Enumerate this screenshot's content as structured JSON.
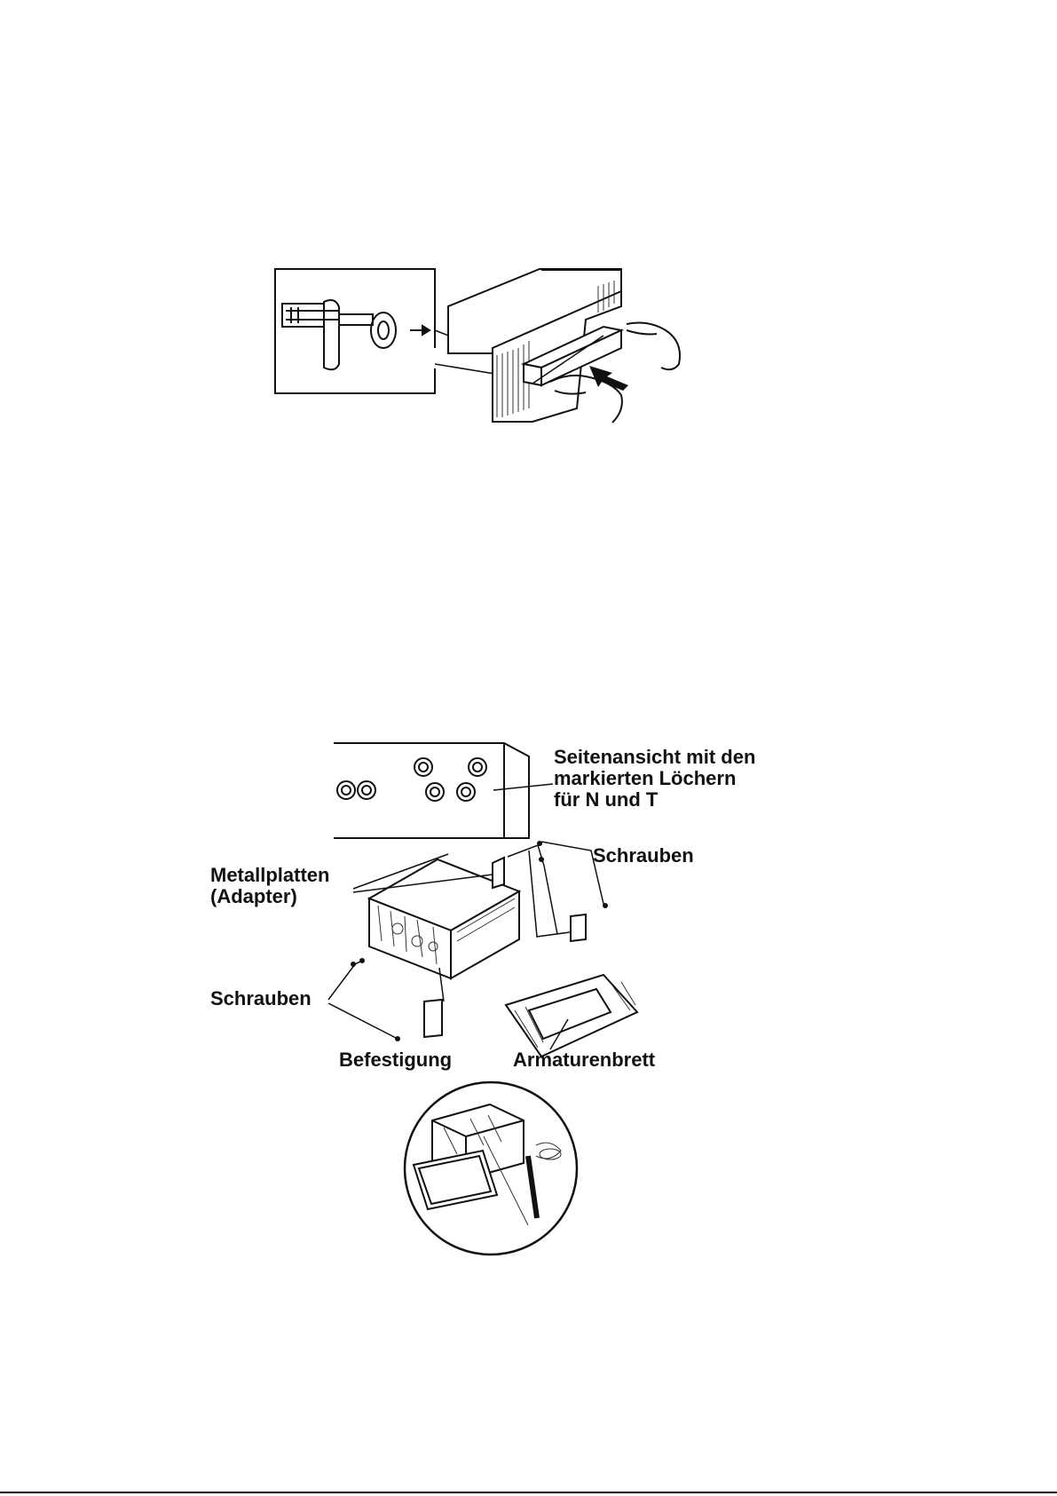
{
  "labels": {
    "side_view_line1": "Seitenansicht mit den",
    "side_view_line2": "markierten Löchern",
    "side_view_line3": "für N und T",
    "screws_top": "Schrauben",
    "metal_plates_line1": "Metallplatten",
    "metal_plates_line2": "(Adapter)",
    "screws_left": "Schrauben",
    "fastening": "Befestigung",
    "dashboard": "Armaturenbrett"
  },
  "colors": {
    "ink": "#111111",
    "paper": "#ffffff"
  }
}
